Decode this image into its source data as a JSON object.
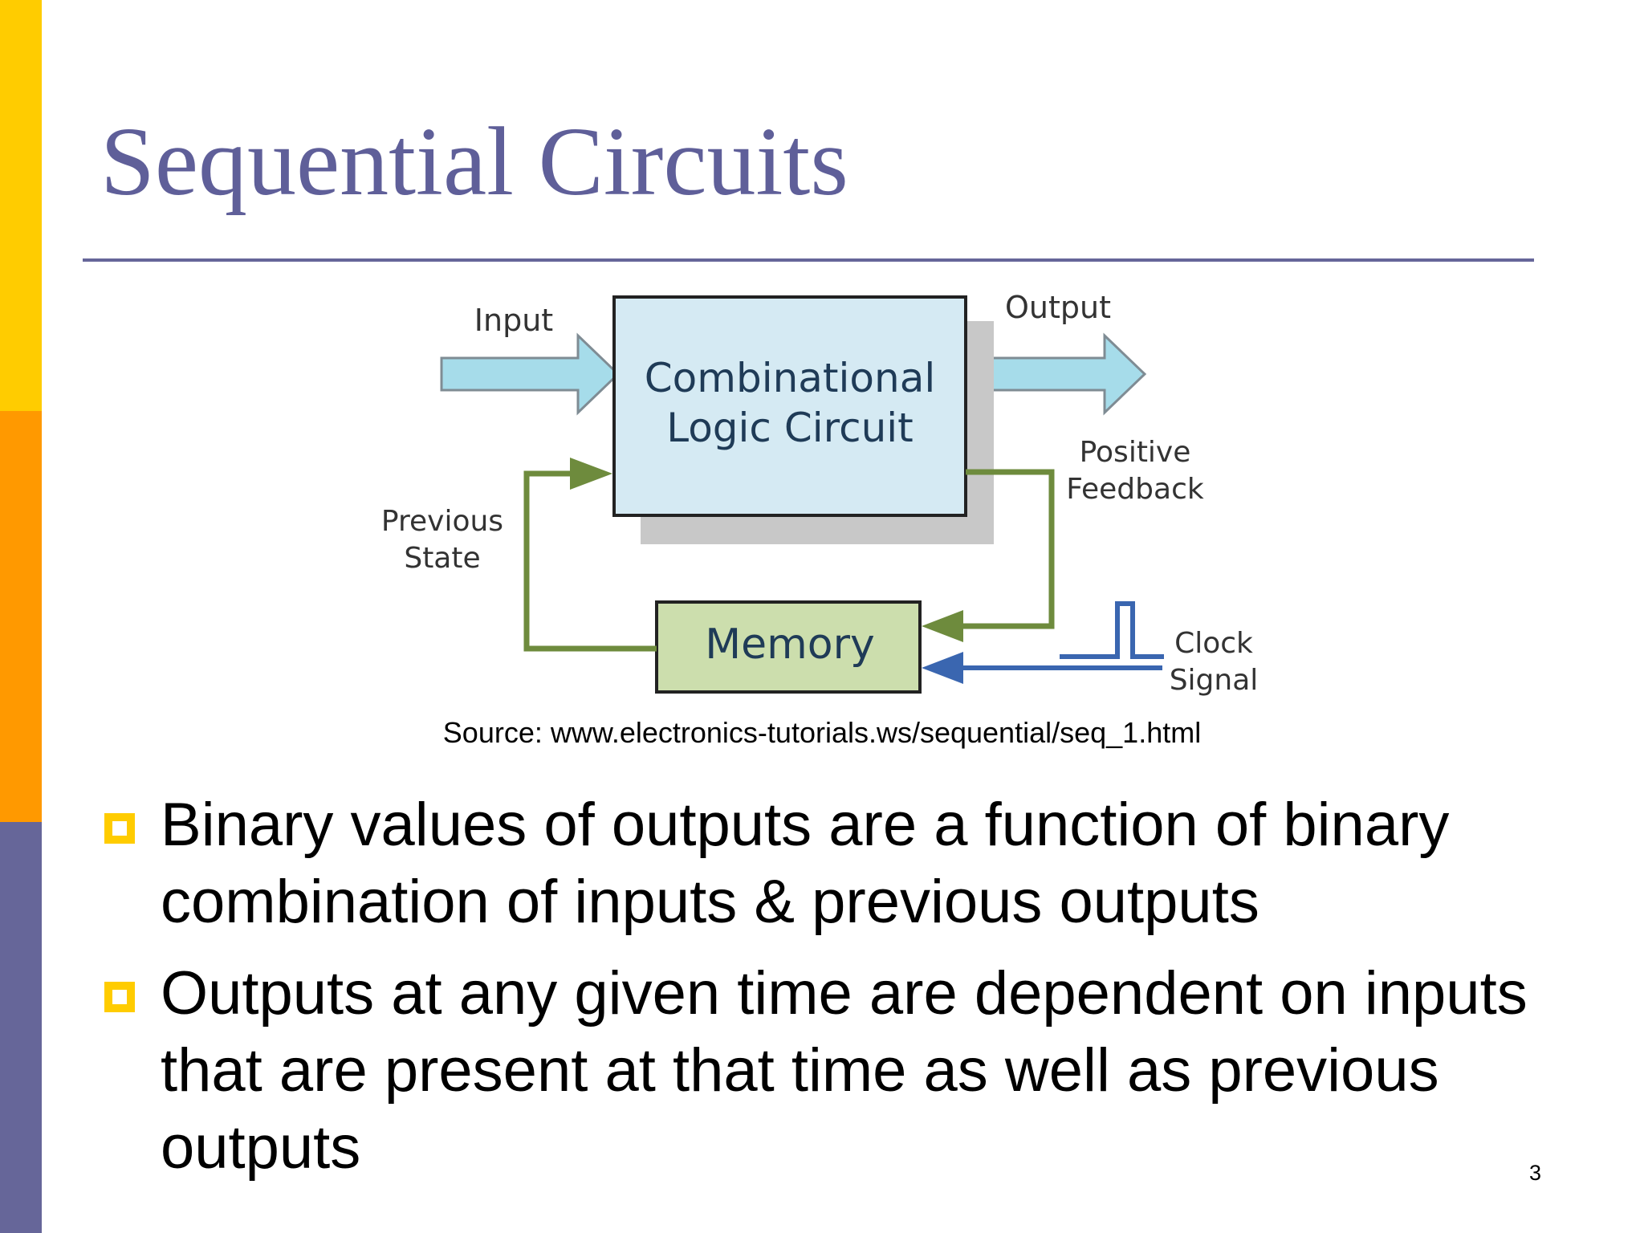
{
  "slide": {
    "title": "Sequential Circuits",
    "page_number": "3",
    "colors": {
      "title": "#5F5F99",
      "rule": "#666699",
      "sidebar_top": "#FFCC00",
      "sidebar_middle": "#FF9900",
      "sidebar_bottom": "#666699",
      "bullet": "#FFCC00"
    }
  },
  "diagram": {
    "labels": {
      "input": "Input",
      "output": "Output",
      "combinational_line1": "Combinational",
      "combinational_line2": "Logic Circuit",
      "positive_feedback_line1": "Positive",
      "positive_feedback_line2": "Feedback",
      "previous_state_line1": "Previous",
      "previous_state_line2": "State",
      "memory": "Memory",
      "clock_line1": "Clock",
      "clock_line2": "Signal"
    },
    "colors": {
      "combinational_fill": "#D5EAF3",
      "memory_fill": "#CCDEAD",
      "io_arrow": "#A6DCEA",
      "feedback_line": "#6E8B3D",
      "clock_line": "#3A66B0"
    },
    "source": "Source: www.electronics-tutorials.ws/sequential/seq_1.html"
  },
  "bullets": [
    "Binary values of outputs are a function of binary combination of inputs & previous outputs",
    "Outputs at any given time are dependent on inputs that are present at that time as well as previous outputs"
  ]
}
